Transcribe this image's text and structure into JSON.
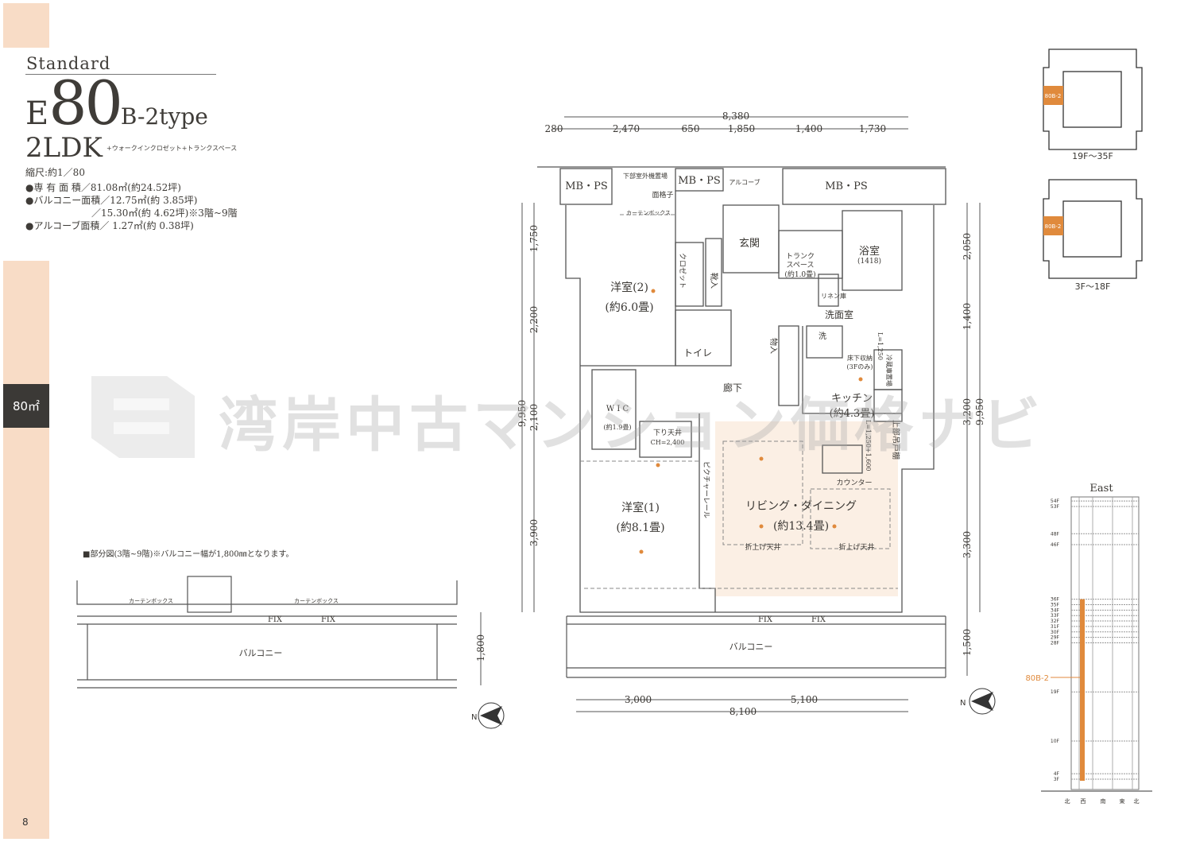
{
  "side": {
    "area_tab": "80㎡",
    "page_number": "8"
  },
  "header": {
    "series": "Standard",
    "type_prefix": "E",
    "type_number": "80",
    "type_suffix": "B-2type",
    "layout": "2LDK",
    "layout_extra": "+ウォークインクロゼット+トランクスペース",
    "scale": "縮尺:約1／80",
    "specs": [
      "●専 有 面 積／81.08㎡(約24.52坪)",
      "●バルコニー面積／12.75㎡(約 3.85坪)",
      "／15.30㎡(約 4.62坪)※3階~9階",
      "●アルコーブ面積／ 1.27㎡(約 0.38坪)"
    ]
  },
  "watermark": "湾岸中古マンション価格ナビ",
  "dimensions": {
    "top_total": "8,380",
    "top": [
      "280",
      "2,470",
      "650",
      "1,850",
      "1,400",
      "1,730"
    ],
    "left_total": "9,950",
    "left": [
      "1,750",
      "2,200",
      "2,100",
      "3,900"
    ],
    "right_total": "9,950",
    "right": [
      "2,050",
      "1,400",
      "3,200",
      "3,300",
      "1,500"
    ],
    "bottom": [
      "3,000",
      "5,100"
    ],
    "bottom_total": "8,100",
    "partial_balcony": "1,800"
  },
  "rooms": {
    "mbps_left": "MB・PS",
    "mbps_mid": "MB・PS",
    "mbps_right": "MB・PS",
    "outdoor_unit": "下部室外機置場",
    "lattice": "面格子",
    "curtain_box": "カーテンボックス",
    "alcove": "アルコーブ",
    "entrance": "玄関",
    "trunk": "トランク",
    "trunk2": "スペース",
    "trunk_size": "(約1.0畳)",
    "bath": "浴室",
    "bath_size": "(1418)",
    "linen": "リネン庫",
    "washroom": "洗面室",
    "washer": "洗",
    "western2": "洋室(2)",
    "western2_size": "(約6.0畳)",
    "closet": "クロゼット",
    "shoes": "靴入",
    "toilet": "トイレ",
    "storage": "物入",
    "hall": "廊下",
    "underfloor": "床下収納",
    "underfloor2": "(3Fのみ)",
    "fridge": "冷蔵庫置場",
    "kitchen": "キッチン",
    "kitchen_size": "(約4.3畳)",
    "upper_cabinet": "上部吊戸棚",
    "wic": "W I C",
    "wic_size": "(約1.9畳)",
    "lowered_ceiling": "下り天井",
    "ceiling_height": "CH=2,400",
    "picture_rail": "ピクチャーレール",
    "counter": "カウンター",
    "living": "リビング・ダイニング",
    "living_size": "(約13.4畳)",
    "coffered1": "折上げ天井",
    "coffered2": "折上げ天井",
    "western1": "洋室(1)",
    "western1_size": "(約8.1畳)",
    "fix1": "FIX",
    "fix2": "FIX",
    "balcony": "バルコニー",
    "l1250": "L=1,250",
    "l1600": "L=1,250+1,600"
  },
  "partial": {
    "caption": "■部分図(3階~9階)※バルコニー幅が1,800㎜となります。",
    "balcony": "バルコニー",
    "curtain_box1": "カーテンボックス",
    "curtain_box2": "カーテンボックス",
    "fix1": "FIX",
    "fix2": "FIX"
  },
  "keyplans": [
    {
      "unit": "80B-2",
      "floors": "19F～35F"
    },
    {
      "unit": "80B-2",
      "floors": "3F～18F"
    }
  ],
  "colors": {
    "accent": "#e08a3c",
    "strip": "#f8dcc6",
    "tab": "#3b3936"
  },
  "floor_chart": {
    "title": "East",
    "floors": [
      "54F",
      "53F",
      "48F",
      "46F",
      "36F",
      "35F",
      "34F",
      "33F",
      "32F",
      "31F",
      "30F",
      "29F",
      "28F",
      "19F",
      "10F",
      "4F",
      "3F"
    ],
    "floor_values": [
      54,
      53,
      48,
      46,
      36,
      35,
      34,
      33,
      32,
      31,
      30,
      29,
      28,
      19,
      10,
      4,
      3
    ],
    "unit_label": "80B-2",
    "unit_range": [
      3,
      36
    ],
    "directions": [
      "北",
      "西",
      "南",
      "東",
      "北"
    ]
  }
}
